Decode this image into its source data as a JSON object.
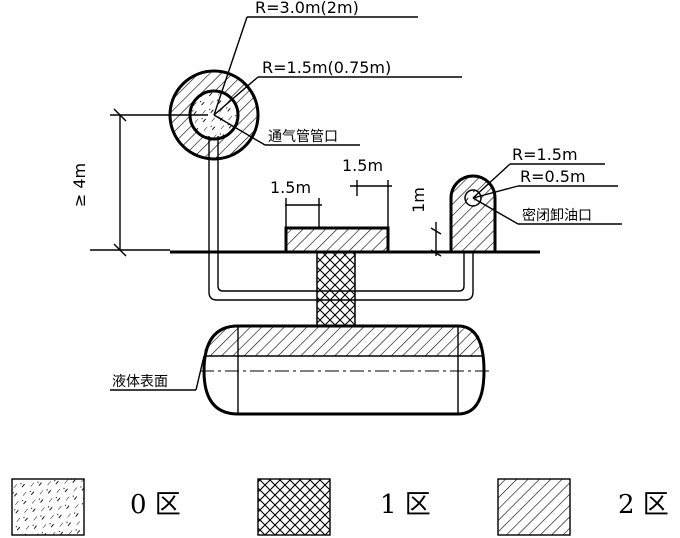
{
  "labels": {
    "r_outer_vent": "R=3.0m(2m)",
    "r_inner_vent": "R=1.5m(0.75m)",
    "vent_pipe_outlet": "通气管管口",
    "height_min": "≥ 4m",
    "dim_left_15": "1.5m",
    "dim_mid_15": "1.5m",
    "dim_1m": "1m",
    "r_outer_unload": "R=1.5m",
    "r_inner_unload": "R=0.5m",
    "sealed_unloading_port": "密闭卸油口",
    "liquid_surface": "液体表面"
  },
  "legend": [
    {
      "pattern": "zone0",
      "label": "0 区"
    },
    {
      "pattern": "zone1",
      "label": "1 区"
    },
    {
      "pattern": "zone2",
      "label": "2 区"
    }
  ]
}
